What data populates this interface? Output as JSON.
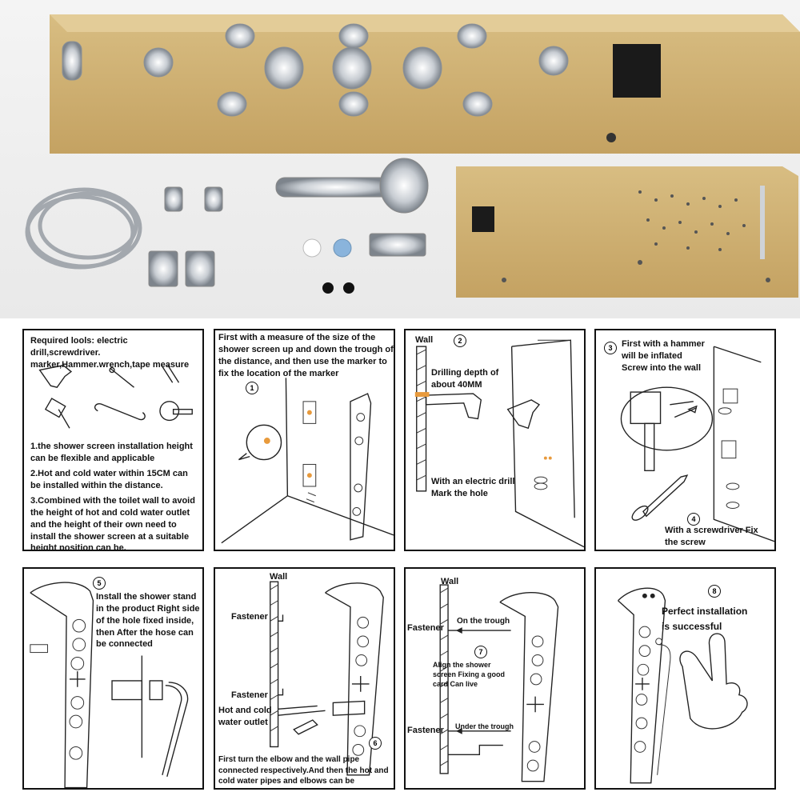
{
  "panels": {
    "tools": {
      "title": "Required lools: electric drill,screwdriver. marker,Hammer.wrench,tape measure",
      "notes": [
        "1.the shower screen installation height can be flexible and applicable",
        "2.Hot and cold water within 15CM can be installed within the distance.",
        "3.Combined with the toilet wall to avoid the height of hot and cold water outlet and the height of their own need to install the shower screen at a suitable height position can be."
      ]
    },
    "step1": {
      "num": "1",
      "text": "First with a measure of the size of the shower screen up and down the trough of the distance, and then use the marker to fix the location of the marker"
    },
    "step2": {
      "num": "2",
      "wall": "Wall",
      "depth": "Drilling depth of about 40MM",
      "drill": "With an electric drill Mark the hole"
    },
    "step34": {
      "num3": "3",
      "num4": "4",
      "hammer": "First with a hammer will be inflated Screw into the wall",
      "screw": "With a screwdriver Fix the screw"
    },
    "step5": {
      "num": "5",
      "text": "Install the shower stand in the product Right side of the hole fixed inside, then After the hose can be connected"
    },
    "step6": {
      "num": "6",
      "wall": "Wall",
      "fastener_top": "Fastener",
      "fastener_bottom": "Fastener",
      "outlet": "Hot and cold water outlet",
      "text": "First turn the elbow and the wall pipe connected respectively.And then the hot and cold water pipes and elbows can be connected"
    },
    "step7": {
      "num": "7",
      "wall": "Wall",
      "fastener_top": "Fastener",
      "fastener_bottom": "Fastener",
      "on_trough": "On the trough",
      "align": "Align the shower screen Fixing a good card Can live",
      "under_trough": "Under the trough"
    },
    "step8": {
      "num": "8",
      "text": "Perfect installation is successful"
    }
  },
  "colors": {
    "panel_gold": "#c9a968",
    "chrome": "#d9dde2",
    "border": "#111111"
  }
}
